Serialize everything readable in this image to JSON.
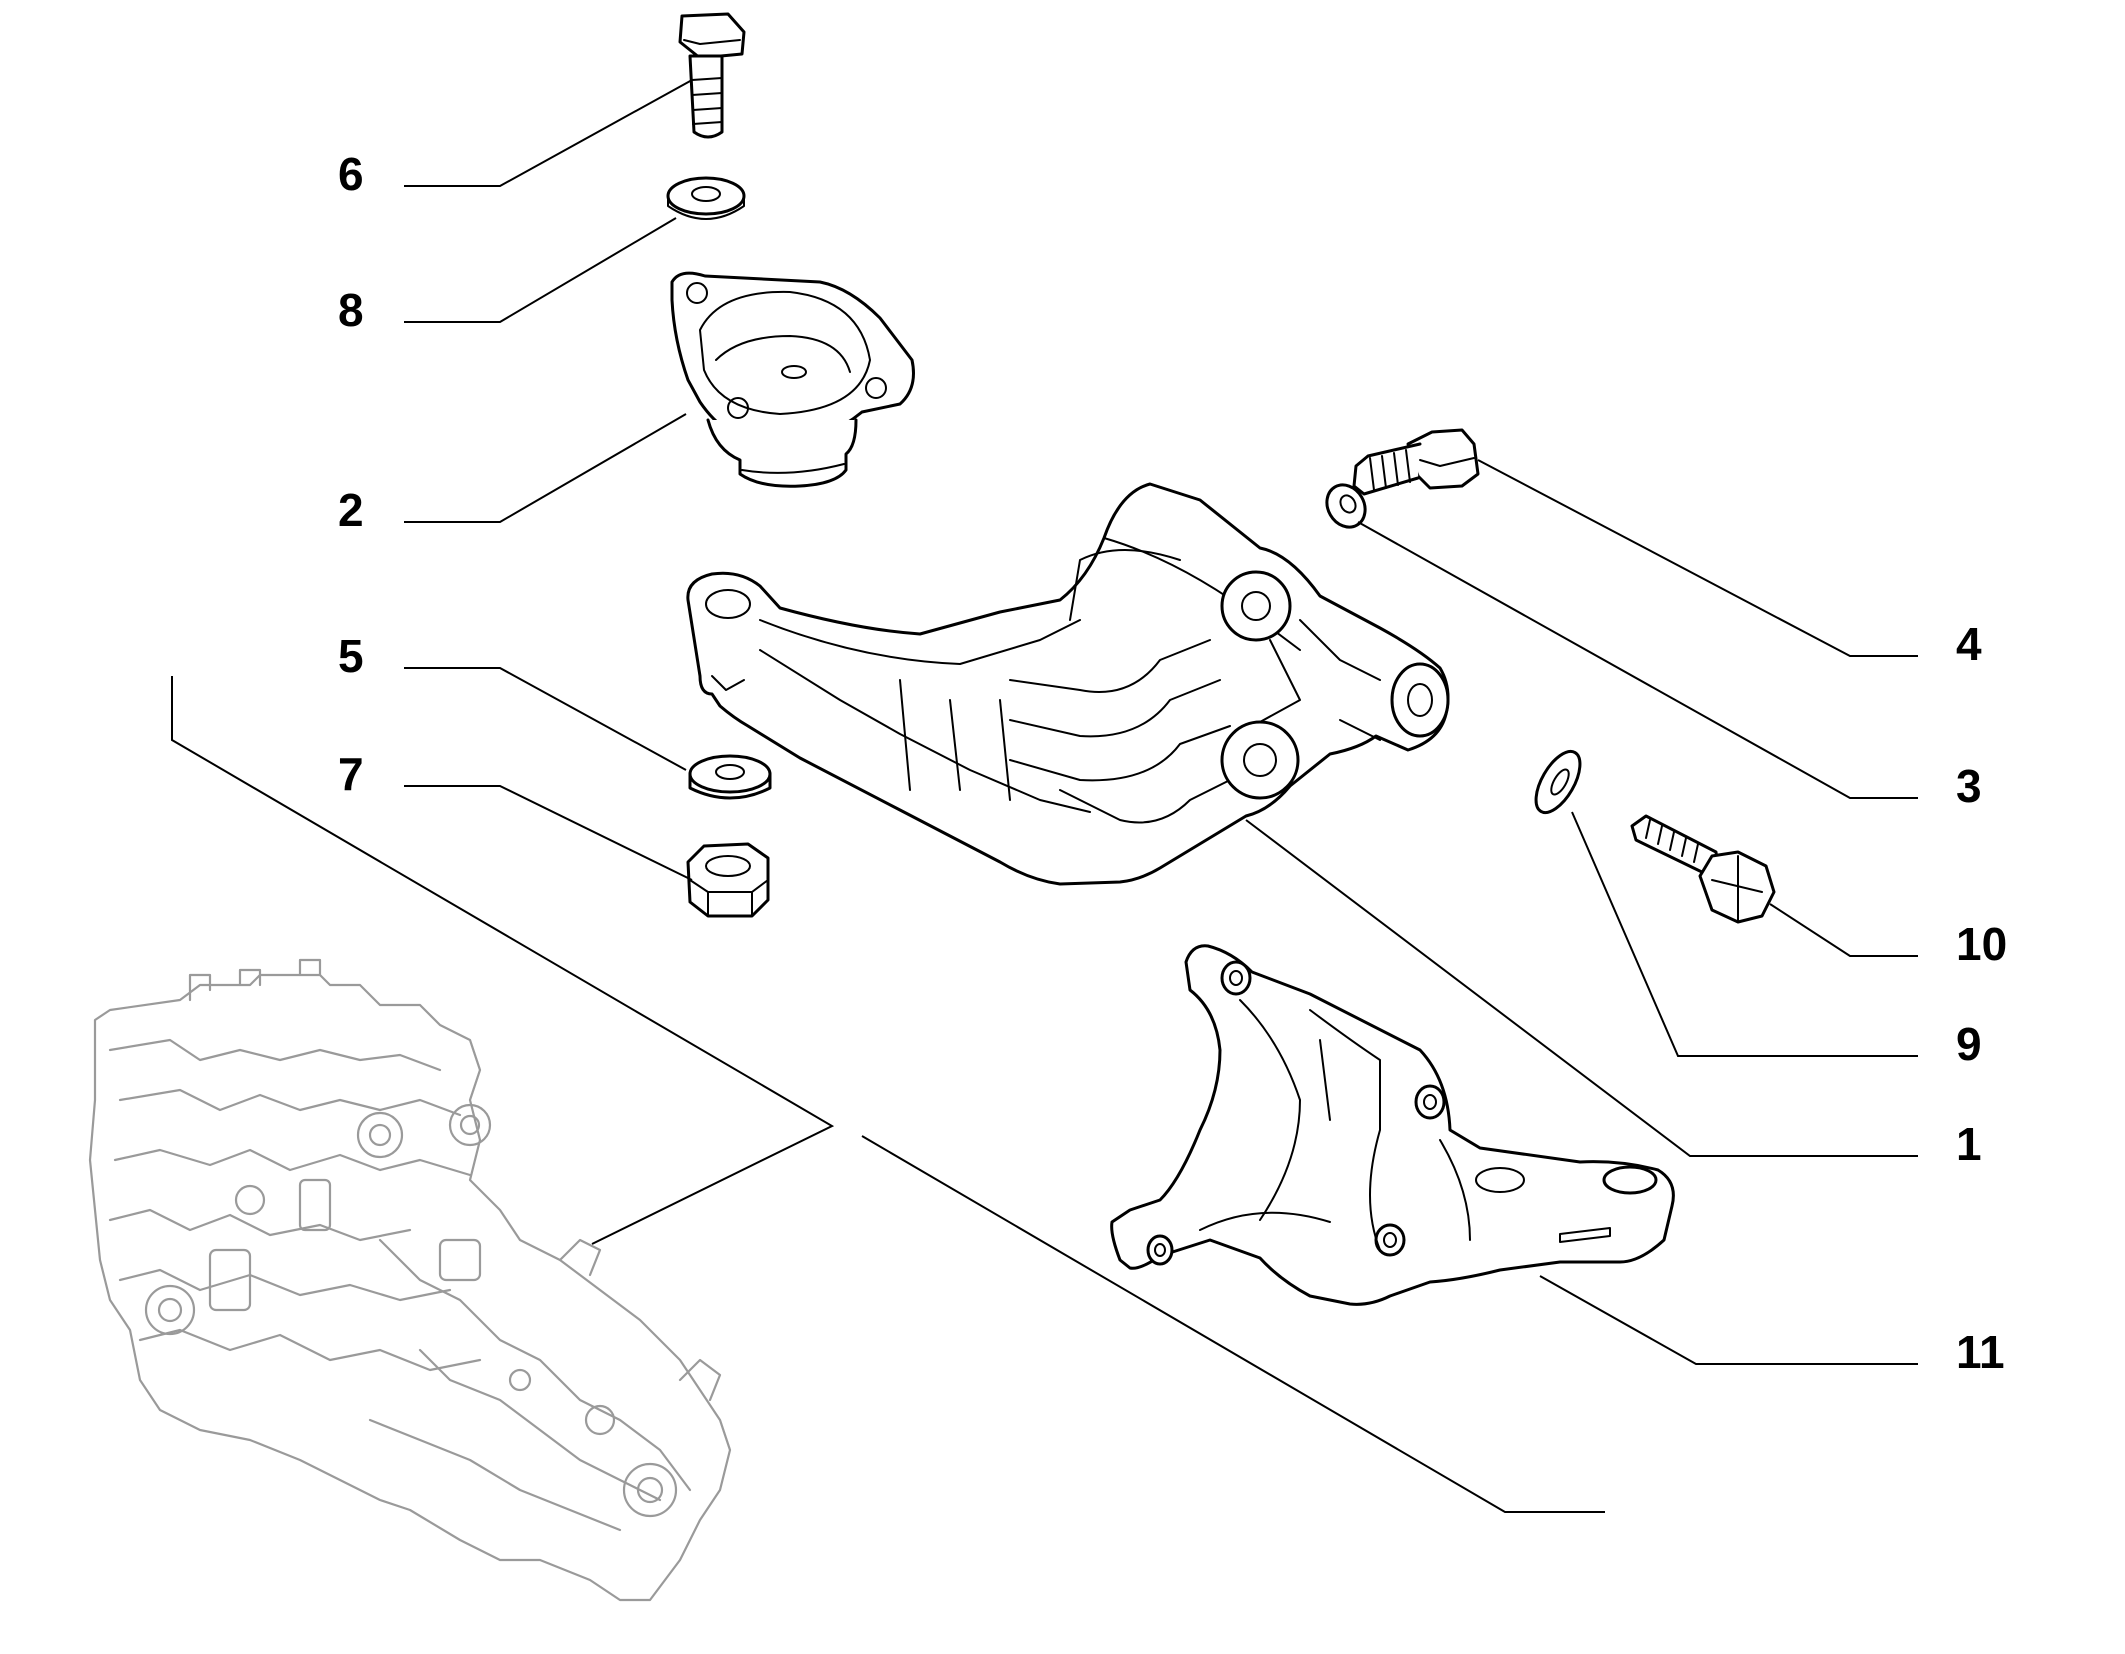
{
  "callouts": [
    {
      "id": "6",
      "label": "6"
    },
    {
      "id": "8",
      "label": "8"
    },
    {
      "id": "2",
      "label": "2"
    },
    {
      "id": "5",
      "label": "5"
    },
    {
      "id": "7",
      "label": "7"
    },
    {
      "id": "4",
      "label": "4"
    },
    {
      "id": "3",
      "label": "3"
    },
    {
      "id": "10",
      "label": "10"
    },
    {
      "id": "9",
      "label": "9"
    },
    {
      "id": "1",
      "label": "1"
    },
    {
      "id": "11",
      "label": "11"
    }
  ],
  "colors": {
    "line": "#000000",
    "engine_outline": "#9a9a9a",
    "background": "#ffffff"
  }
}
